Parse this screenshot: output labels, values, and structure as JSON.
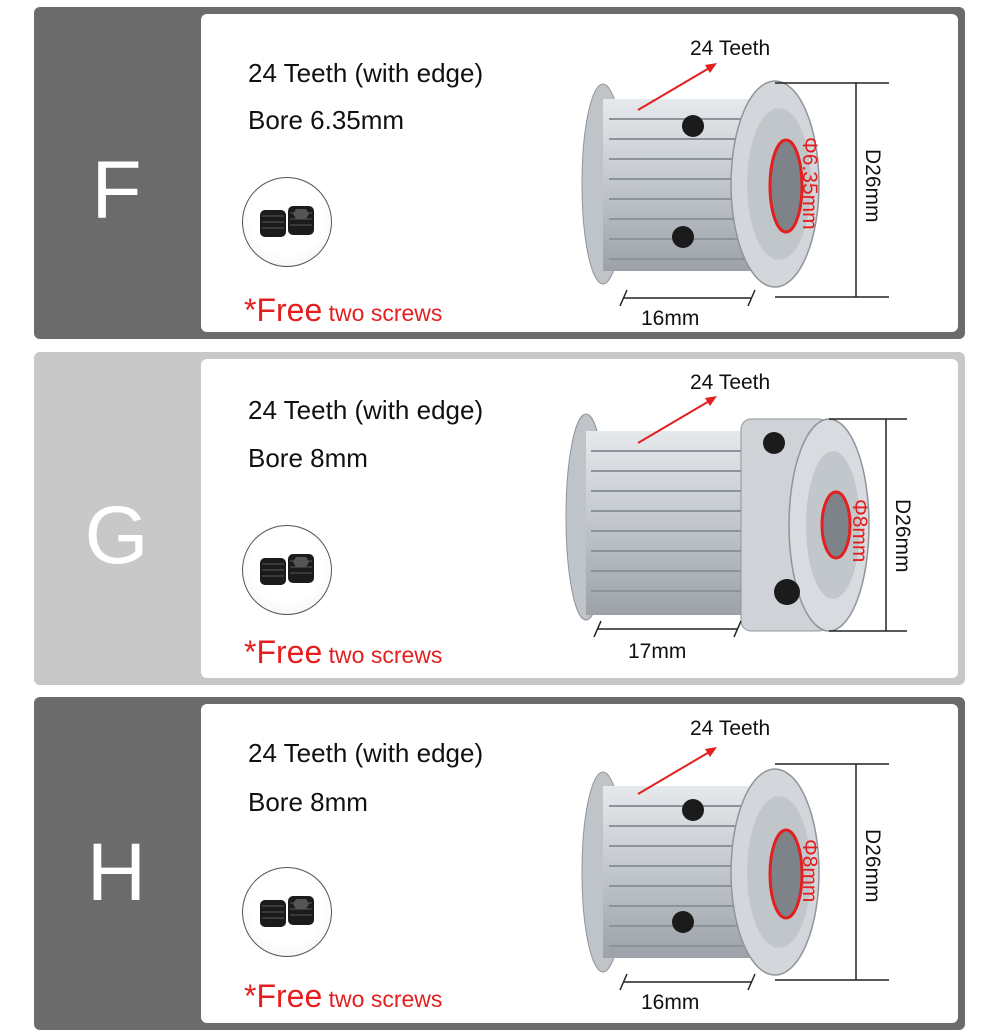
{
  "products": [
    {
      "letter": "F",
      "title": "24 Teeth (with edge)",
      "bore": "Bore 6.35mm",
      "free_star": "*Free",
      "free_rest": " two screws",
      "teeth_label": "24 Teeth",
      "bore_dim": "Φ6.35mm",
      "diameter_dim": "D26mm",
      "length_dim": "16mm"
    },
    {
      "letter": "G",
      "title": "24 Teeth (with edge)",
      "bore": "Bore 8mm",
      "free_star": "*Free",
      "free_rest": " two screws",
      "teeth_label": "24 Teeth",
      "bore_dim": "Φ8mm",
      "diameter_dim": "D26mm",
      "length_dim": "17mm"
    },
    {
      "letter": "H",
      "title": "24 Teeth (with edge)",
      "bore": "Bore 8mm",
      "free_star": "*Free",
      "free_rest": " two screws",
      "teeth_label": "24 Teeth",
      "bore_dim": "Φ8mm",
      "diameter_dim": "D26mm",
      "length_dim": "16mm"
    }
  ],
  "colors": {
    "panel_dark": "#6b6b6b",
    "panel_light": "#c8c8c8",
    "accent_red": "#e3201f"
  }
}
